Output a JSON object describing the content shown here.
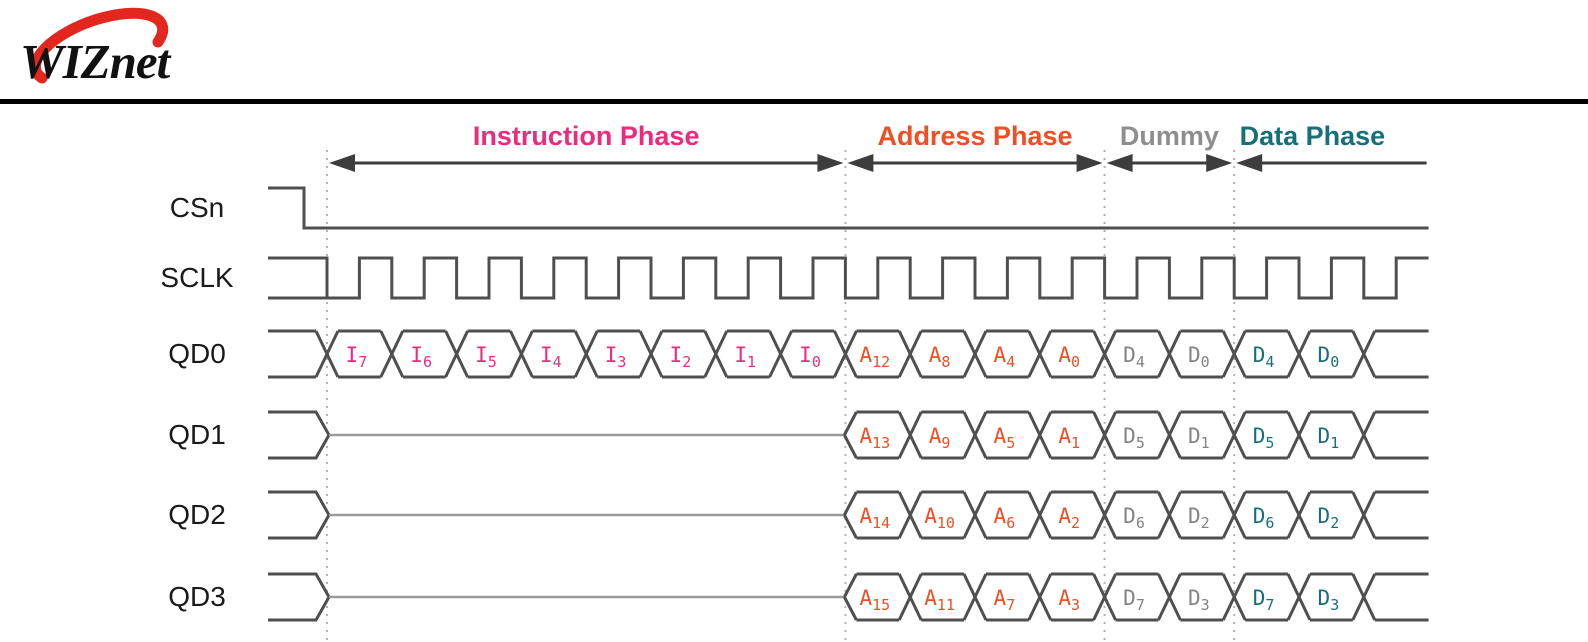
{
  "logo": {
    "text": "WIZnet",
    "swoosh_color": "#e2281e"
  },
  "header_rule_color": "#000000",
  "line_colors": {
    "waveform": "#4f4f4f",
    "idle_midline": "#9a9a9a",
    "boundary_dotted": "#b3b3b3",
    "arrow": "#3d3d3d"
  },
  "group_colors": {
    "instruction": "#ee2a7c",
    "address": "#f04e23",
    "dummy": "#838383",
    "data": "#177078"
  },
  "phases": [
    {
      "id": "instruction",
      "label": "Instruction Phase",
      "color": "#ee2a7c",
      "from_cell": 0,
      "to_cell": 8,
      "arrow": "both"
    },
    {
      "id": "address",
      "label": "Address Phase",
      "color": "#f04e23",
      "from_cell": 8,
      "to_cell": 12,
      "arrow": "both"
    },
    {
      "id": "dummy",
      "label": "Dummy",
      "color": "#8e8e8e",
      "from_cell": 12,
      "to_cell": 14,
      "arrow": "both"
    },
    {
      "id": "data",
      "label": "Data Phase",
      "color": "#177078",
      "from_cell": 14,
      "to_cell": 17,
      "arrow": "left"
    }
  ],
  "signals": [
    {
      "name": "CSn",
      "kind": "cs"
    },
    {
      "name": "SCLK",
      "kind": "clock"
    },
    {
      "name": "QD0",
      "kind": "bus",
      "start": "open",
      "first_cell": 0,
      "cells": [
        {
          "base": "I",
          "sub": "7",
          "group": "instruction"
        },
        {
          "base": "I",
          "sub": "6",
          "group": "instruction"
        },
        {
          "base": "I",
          "sub": "5",
          "group": "instruction"
        },
        {
          "base": "I",
          "sub": "4",
          "group": "instruction"
        },
        {
          "base": "I",
          "sub": "3",
          "group": "instruction"
        },
        {
          "base": "I",
          "sub": "2",
          "group": "instruction"
        },
        {
          "base": "I",
          "sub": "1",
          "group": "instruction"
        },
        {
          "base": "I",
          "sub": "0",
          "group": "instruction"
        },
        {
          "base": "A",
          "sub": "12",
          "group": "address"
        },
        {
          "base": "A",
          "sub": "8",
          "group": "address"
        },
        {
          "base": "A",
          "sub": "4",
          "group": "address"
        },
        {
          "base": "A",
          "sub": "0",
          "group": "address"
        },
        {
          "base": "D",
          "sub": "4",
          "group": "dummy"
        },
        {
          "base": "D",
          "sub": "0",
          "group": "dummy"
        },
        {
          "base": "D",
          "sub": "4",
          "group": "data"
        },
        {
          "base": "D",
          "sub": "0",
          "group": "data"
        }
      ]
    },
    {
      "name": "QD1",
      "kind": "bus",
      "start": "collapsed",
      "first_cell": 8,
      "cells": [
        {
          "base": "A",
          "sub": "13",
          "group": "address"
        },
        {
          "base": "A",
          "sub": "9",
          "group": "address"
        },
        {
          "base": "A",
          "sub": "5",
          "group": "address"
        },
        {
          "base": "A",
          "sub": "1",
          "group": "address"
        },
        {
          "base": "D",
          "sub": "5",
          "group": "dummy"
        },
        {
          "base": "D",
          "sub": "1",
          "group": "dummy"
        },
        {
          "base": "D",
          "sub": "5",
          "group": "data"
        },
        {
          "base": "D",
          "sub": "1",
          "group": "data"
        }
      ]
    },
    {
      "name": "QD2",
      "kind": "bus",
      "start": "collapsed",
      "first_cell": 8,
      "cells": [
        {
          "base": "A",
          "sub": "14",
          "group": "address"
        },
        {
          "base": "A",
          "sub": "10",
          "group": "address"
        },
        {
          "base": "A",
          "sub": "6",
          "group": "address"
        },
        {
          "base": "A",
          "sub": "2",
          "group": "address"
        },
        {
          "base": "D",
          "sub": "6",
          "group": "dummy"
        },
        {
          "base": "D",
          "sub": "2",
          "group": "dummy"
        },
        {
          "base": "D",
          "sub": "6",
          "group": "data"
        },
        {
          "base": "D",
          "sub": "2",
          "group": "data"
        }
      ]
    },
    {
      "name": "QD3",
      "kind": "bus",
      "start": "collapsed",
      "first_cell": 8,
      "cells": [
        {
          "base": "A",
          "sub": "15",
          "group": "address"
        },
        {
          "base": "A",
          "sub": "11",
          "group": "address"
        },
        {
          "base": "A",
          "sub": "7",
          "group": "address"
        },
        {
          "base": "A",
          "sub": "3",
          "group": "address"
        },
        {
          "base": "D",
          "sub": "7",
          "group": "dummy"
        },
        {
          "base": "D",
          "sub": "3",
          "group": "dummy"
        },
        {
          "base": "D",
          "sub": "7",
          "group": "data"
        },
        {
          "base": "D",
          "sub": "3",
          "group": "data"
        }
      ]
    }
  ]
}
